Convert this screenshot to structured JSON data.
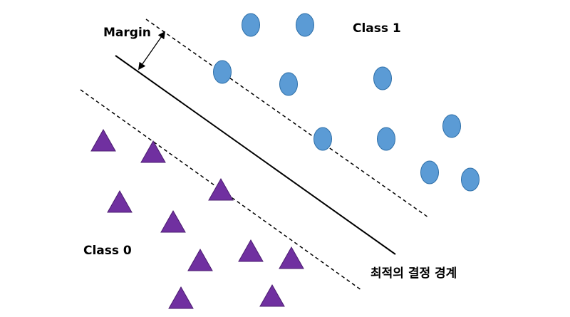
{
  "labels": {
    "margin": "Margin",
    "class1": "Class 1",
    "class0": "Class 0",
    "boundary": "최적의 결정 경계"
  },
  "colors": {
    "circle_fill": "#5B9BD5",
    "circle_stroke": "#2E6FA8",
    "triangle_fill": "#7030A0",
    "triangle_stroke": "#4B1C70",
    "line": "#000000"
  },
  "icons": {
    "class1_marker": "circle",
    "class0_marker": "triangle"
  }
}
